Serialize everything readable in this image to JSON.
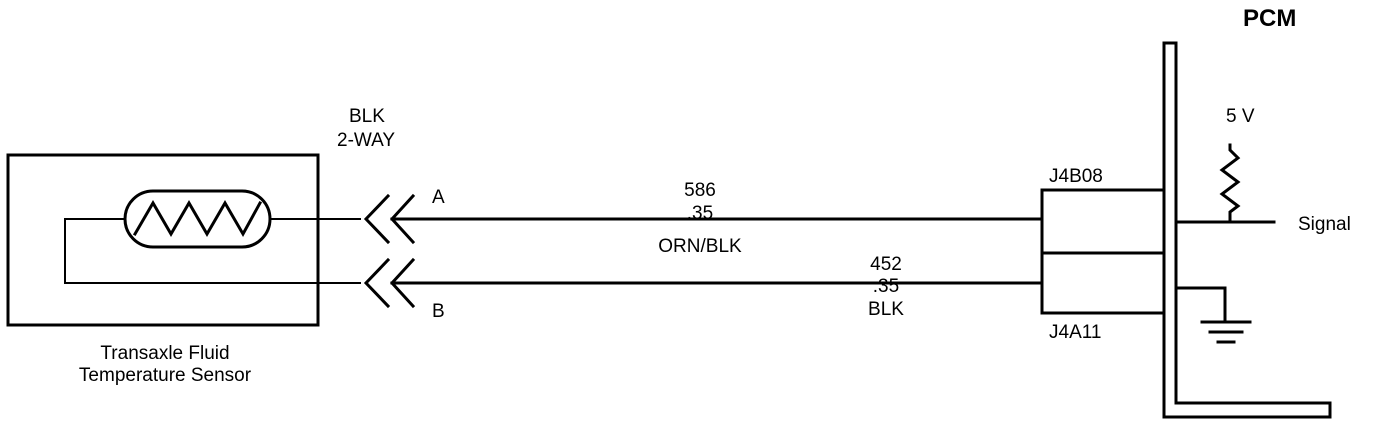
{
  "pcm": {
    "title": "PCM",
    "supply": "5 V",
    "signal": "Signal"
  },
  "connector": {
    "color": "BLK",
    "type": "2-WAY",
    "pin_a": "A",
    "pin_b": "B"
  },
  "sensor": {
    "line1": "Transaxle Fluid",
    "line2": "Temperature Sensor"
  },
  "wire_a": {
    "circuit": "586",
    "gauge": ".35",
    "color": "ORN/BLK",
    "pcm_terminal": "J4B08"
  },
  "wire_b": {
    "circuit": "452",
    "gauge": ".35",
    "color": "BLK",
    "pcm_terminal": "J4A11"
  }
}
